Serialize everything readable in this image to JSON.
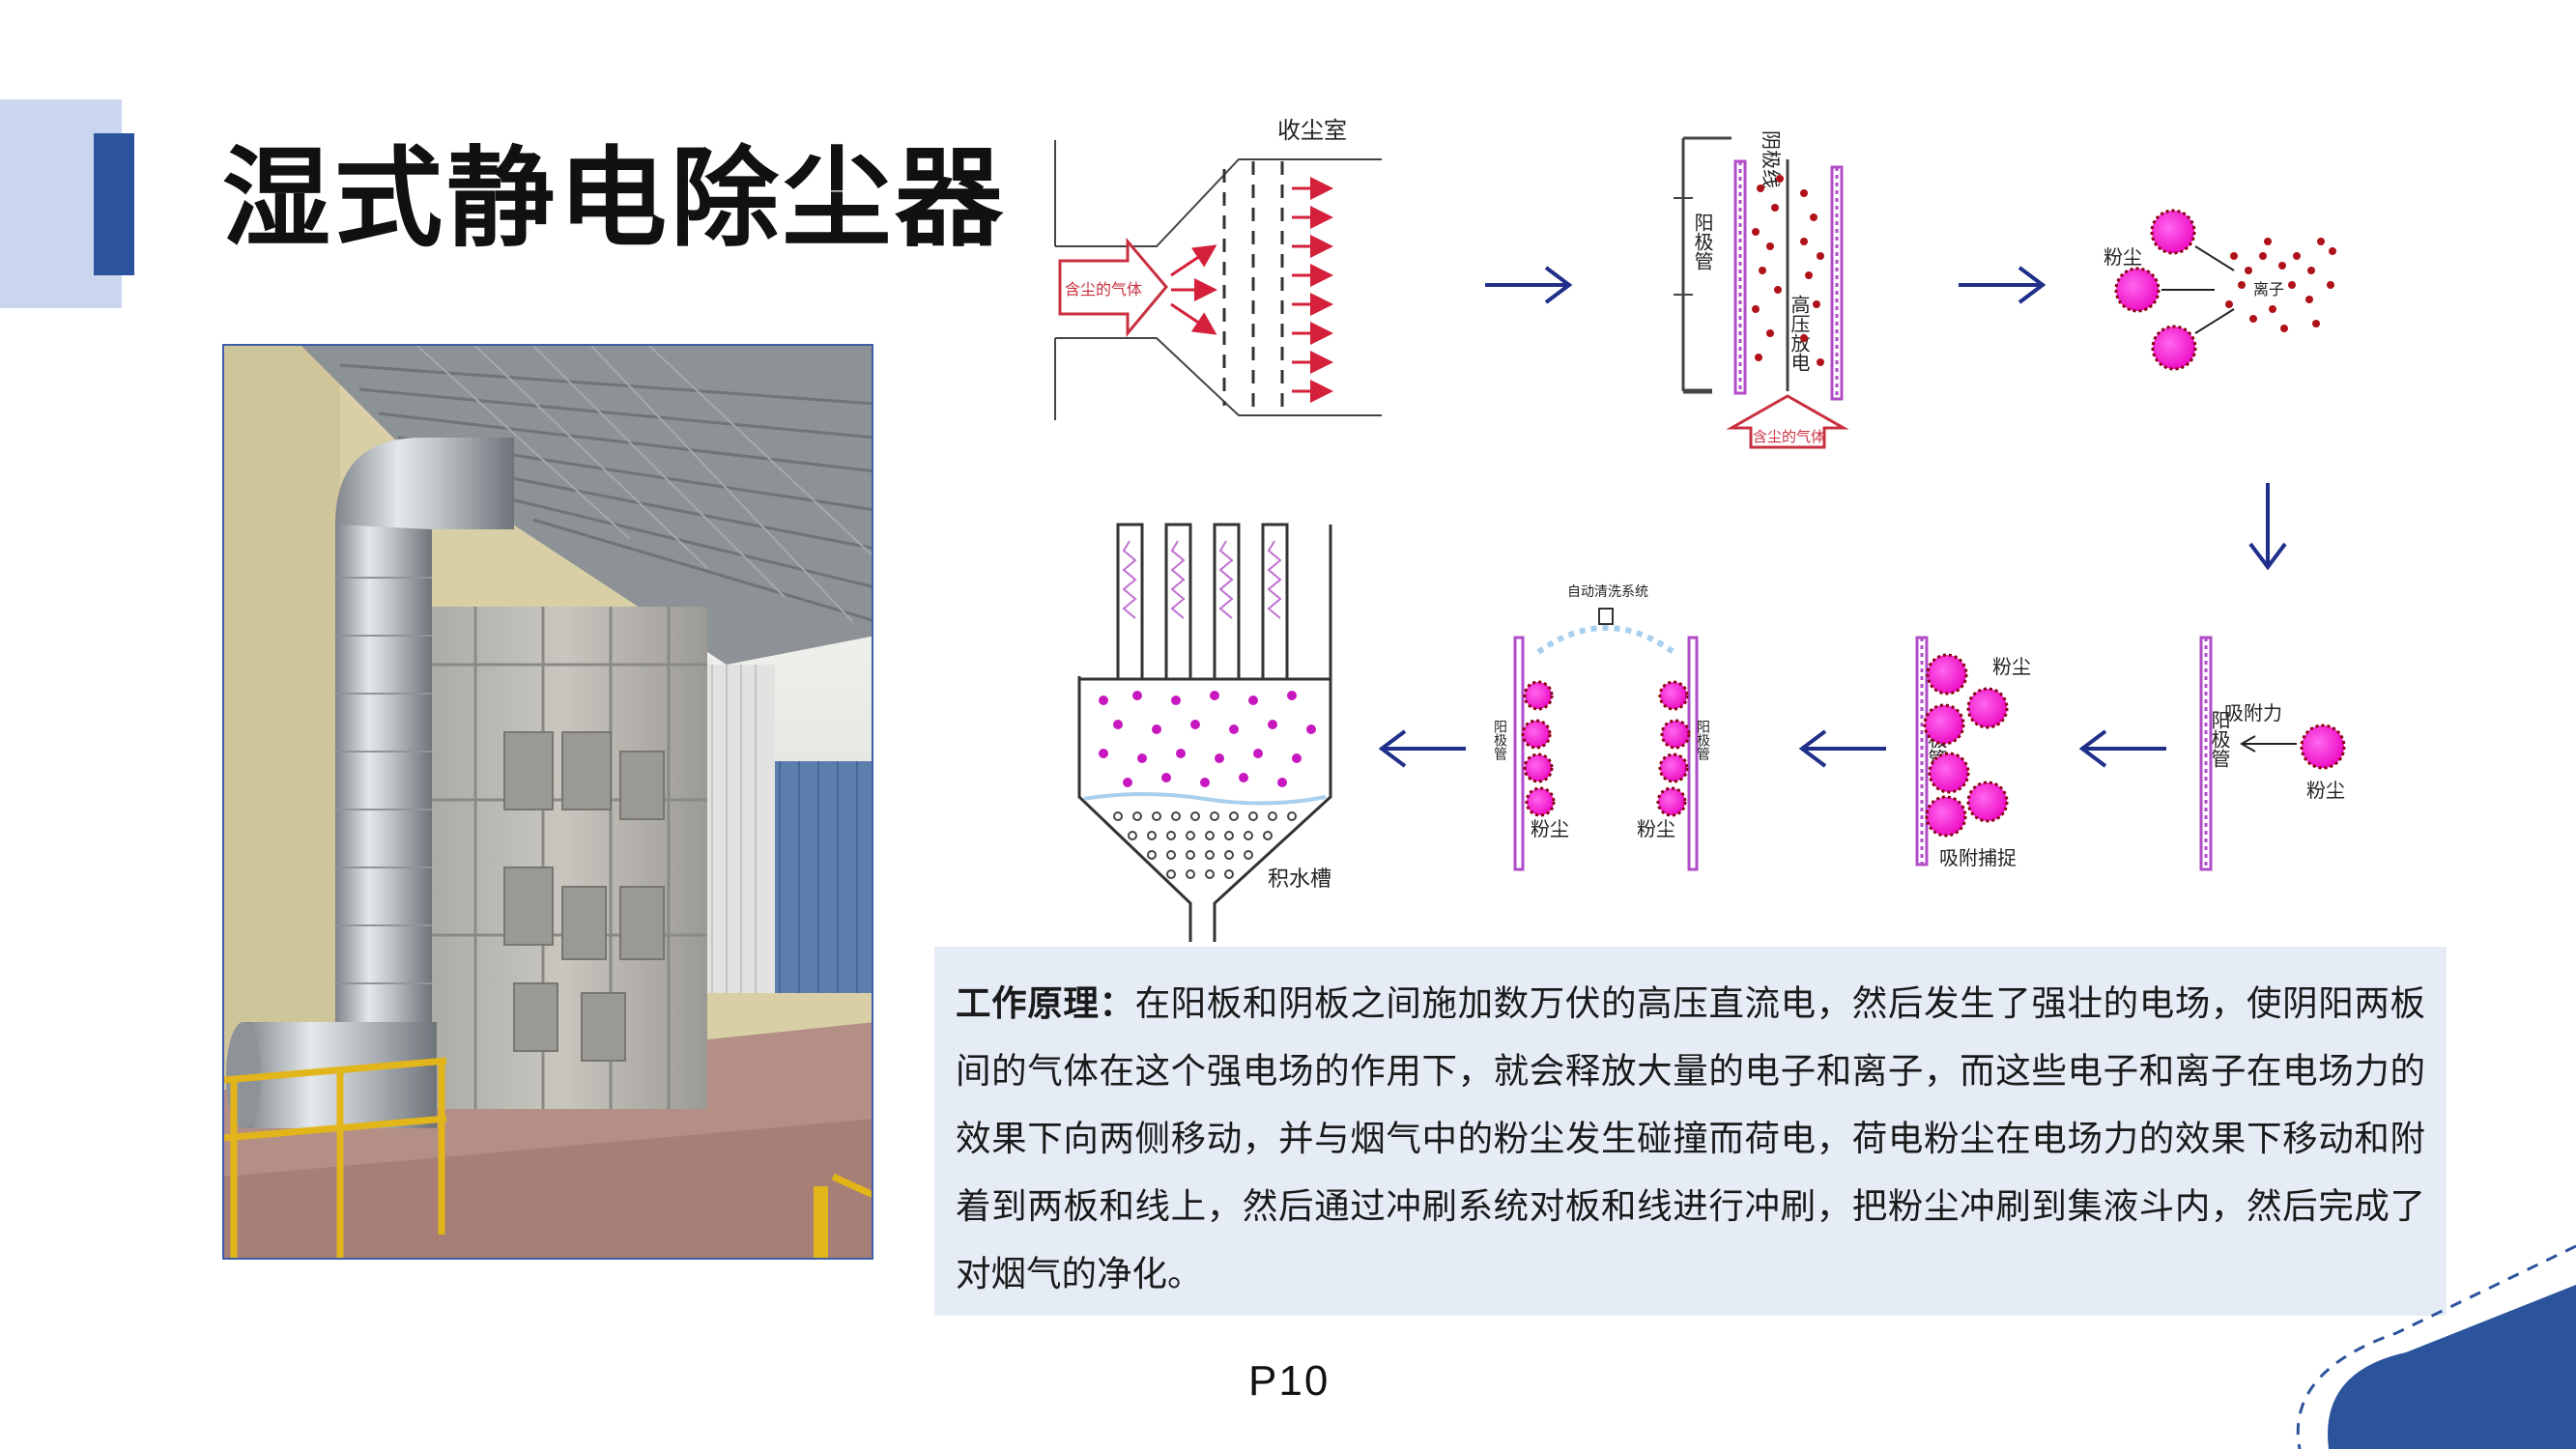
{
  "slide": {
    "title": "湿式静电除尘器",
    "page_number": "P10"
  },
  "principle": {
    "label": "工作原理：",
    "text": "在阳板和阴板之间施加数万伏的高压直流电，然后发生了强壮的电场，使阴阳两板间的气体在这个强电场的作用下，就会释放大量的电子和离子，而这些电子和离子在电场力的效果下向两侧移动，并与烟气中的粉尘发生碰撞而荷电，荷电粉尘在电场力的效果下移动和附着到两板和线上，然后通过冲刷系统对板和线进行冲刷，把粉尘冲刷到集液斗内，然后完成了对烟气的净化。"
  },
  "diagram": {
    "labels": {
      "dust_chamber": "收尘室",
      "dusty_gas_in": "含尘的气体",
      "cathode_wire": "阴极线",
      "anode_tube": "阳极管",
      "high_voltage": "高压放电",
      "dusty_gas_up": "含尘的气体",
      "dust_1": "粉尘",
      "ion": "离子",
      "adsorption_force": "吸附力",
      "dust_2": "粉尘",
      "anode_tube_2": "阳极管",
      "dust_3": "粉尘",
      "anode_tube_3": "阳极管",
      "adsorb_capture": "吸附捕捉",
      "auto_wash": "自动清洗系统",
      "anode_tube_4": "阳极管",
      "anode_tube_5": "阳极管",
      "dust_4": "粉尘",
      "dust_5": "粉尘",
      "water_tank": "积水槽"
    },
    "colors": {
      "arrow": "#1f2f8a",
      "particle": "#ff1fd0",
      "particle_rim": "#8b0010",
      "plate": "#b04cc8"
    }
  },
  "photo": {
    "alt_icon": "dust-collector-photo"
  }
}
